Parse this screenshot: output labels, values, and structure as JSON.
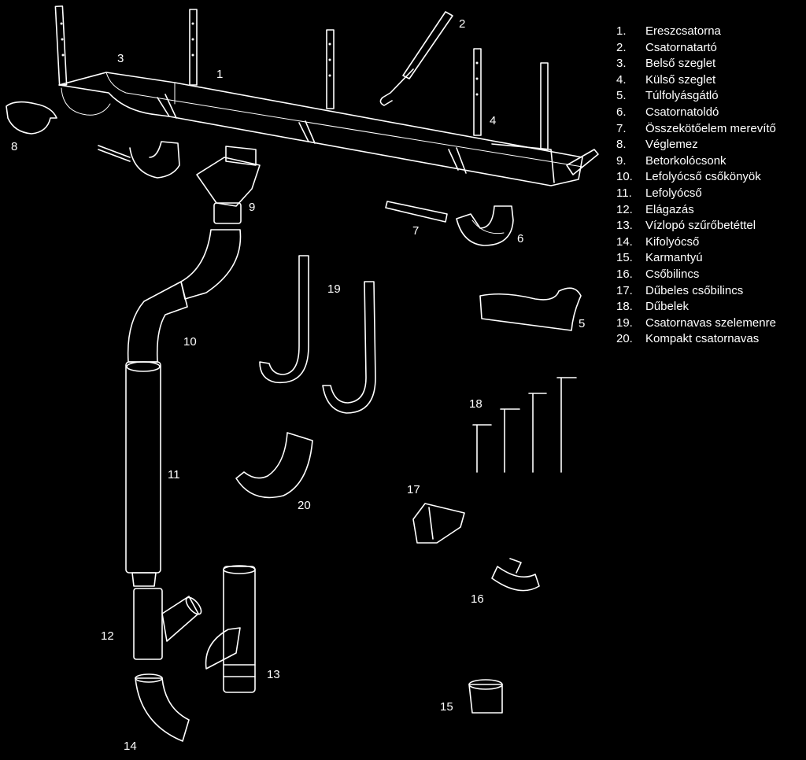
{
  "colors": {
    "background": "#000000",
    "line": "#ffffff",
    "text": "#ffffff"
  },
  "legend": [
    {
      "num": "1.",
      "label": "Ereszcsatorna"
    },
    {
      "num": "2.",
      "label": "Csatornatartó"
    },
    {
      "num": "3.",
      "label": "Belső szeglet"
    },
    {
      "num": "4.",
      "label": "Külső szeglet"
    },
    {
      "num": "5.",
      "label": "Túlfolyásgátló"
    },
    {
      "num": "6.",
      "label": "Csatornatoldó"
    },
    {
      "num": "7.",
      "label": "Összekötőelem merevítő"
    },
    {
      "num": "8.",
      "label": "Véglemez"
    },
    {
      "num": "9.",
      "label": "Betorkolócsonk"
    },
    {
      "num": "10.",
      "label": "Lefolyócső csőkönyök"
    },
    {
      "num": "11.",
      "label": "Lefolyócső"
    },
    {
      "num": "12.",
      "label": "Elágazás"
    },
    {
      "num": "13.",
      "label": "Vízlopó szűrőbetéttel"
    },
    {
      "num": "14.",
      "label": "Kifolyócső"
    },
    {
      "num": "15.",
      "label": "Karmantyú"
    },
    {
      "num": "16.",
      "label": "Csőbilincs"
    },
    {
      "num": "17.",
      "label": "Dűbeles csőbilincs"
    },
    {
      "num": "18.",
      "label": "Dűbelek"
    },
    {
      "num": "19.",
      "label": "Csatornavas szelemenre"
    },
    {
      "num": "20.",
      "label": "Kompakt csatornavas"
    }
  ],
  "callouts": {
    "n1": "1",
    "n2": "2",
    "n3": "3",
    "n4": "4",
    "n5": "5",
    "n6": "6",
    "n7": "7",
    "n8": "8",
    "n9": "9",
    "n10": "10",
    "n11": "11",
    "n12": "12",
    "n13": "13",
    "n14": "14",
    "n15": "15",
    "n16": "16",
    "n17": "17",
    "n18": "18",
    "n19": "19",
    "n20": "20"
  }
}
